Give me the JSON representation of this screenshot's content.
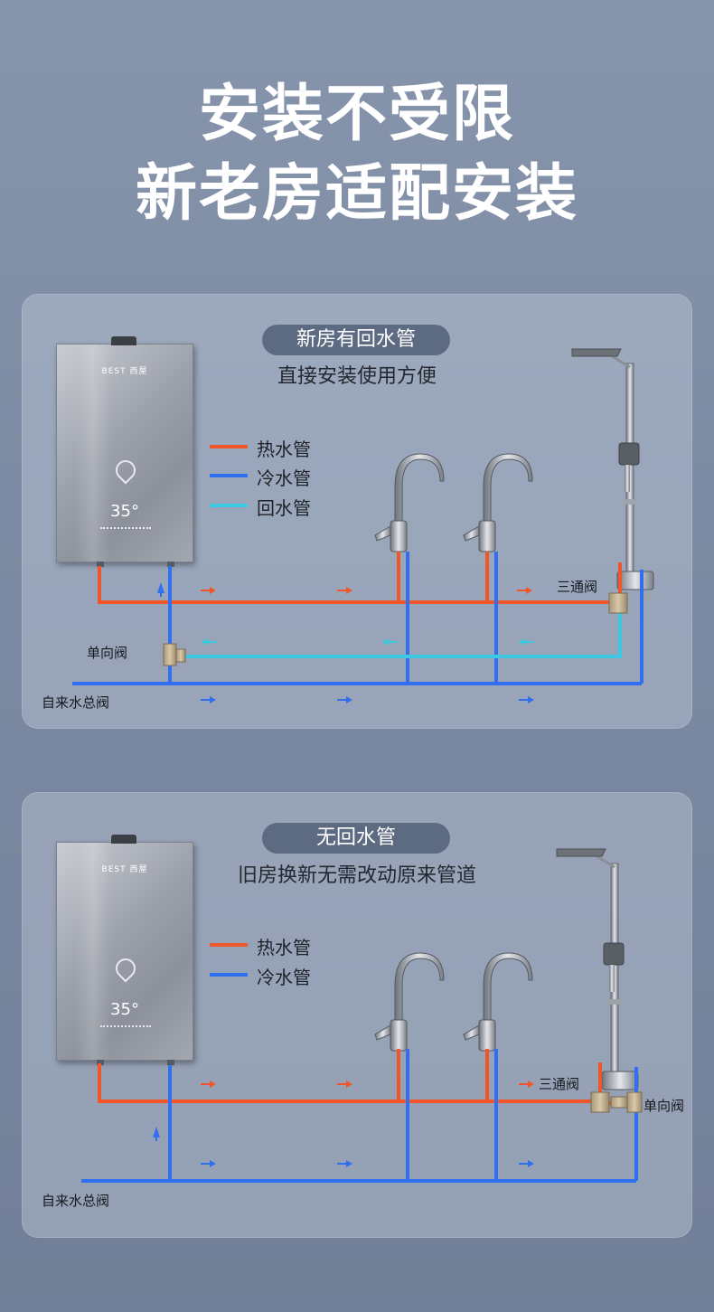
{
  "header": {
    "title_line1": "安装不受限",
    "title_line2": "新老房适配安装"
  },
  "colors": {
    "hot_pipe": "#f0562a",
    "cold_pipe": "#2f6ff0",
    "return_pipe": "#3cc8e0"
  },
  "panel1": {
    "pill": "新房有回水管",
    "subtitle": "直接安装使用方便",
    "heater": {
      "brand": "BEST 西屋",
      "temperature": "35°"
    },
    "legend": [
      "热水管",
      "冷水管",
      "回水管"
    ],
    "labels": {
      "three_way_valve": "三通阀",
      "check_valve": "单向阀",
      "main_valve": "自来水总阀"
    }
  },
  "panel2": {
    "pill": "无回水管",
    "subtitle": "旧房换新无需改动原来管道",
    "heater": {
      "brand": "BEST 西屋",
      "temperature": "35°"
    },
    "legend": [
      "热水管",
      "冷水管"
    ],
    "labels": {
      "three_way_valve": "三通阀",
      "check_valve": "单向阀",
      "main_valve": "自来水总阀"
    }
  }
}
